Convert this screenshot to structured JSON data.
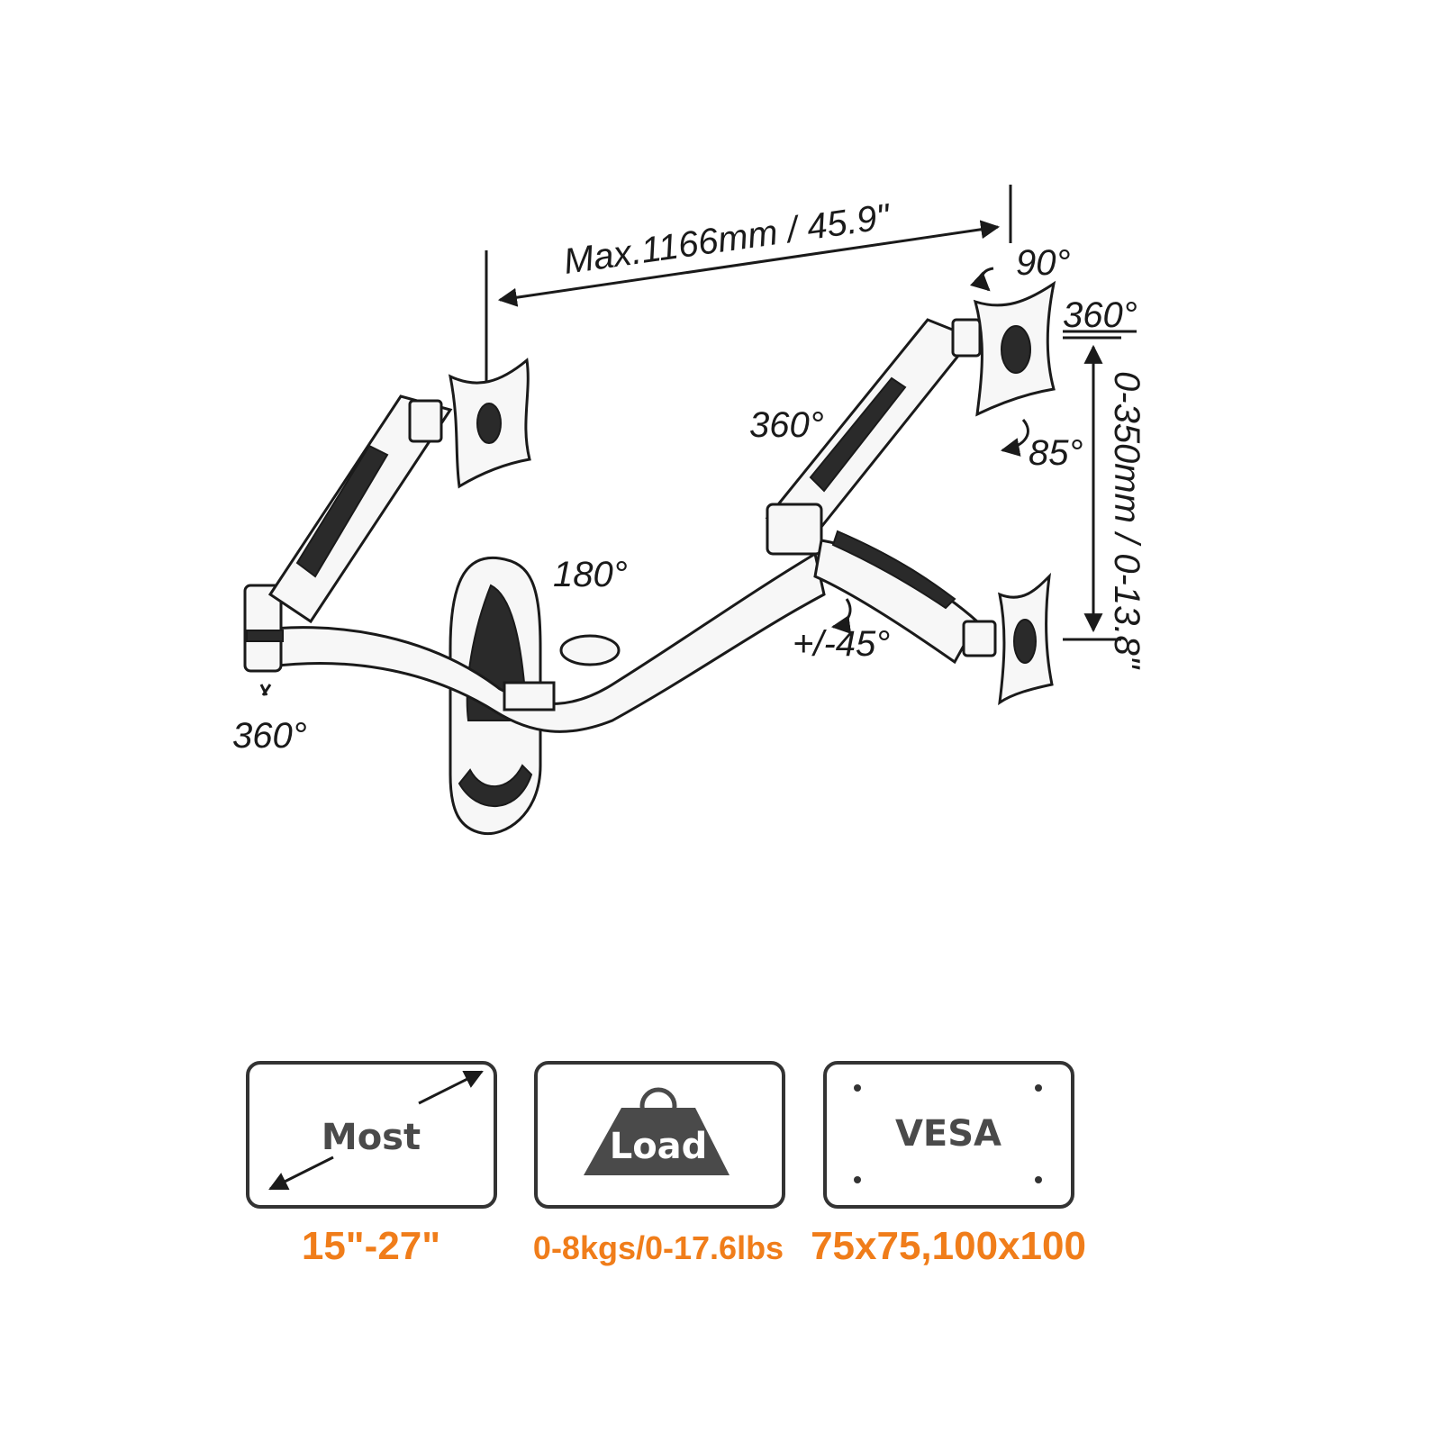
{
  "diagram": {
    "reach_label": "Max.1166mm / 45.9\"",
    "height_label": "0-350mm / 0-13.8\"",
    "angles": {
      "top_tilt": "90°",
      "top_rotation": "360°",
      "arm_joint": "360°",
      "tilt_down": "85°",
      "base_joint": "180°",
      "swivel": "+/-45°",
      "bottom_left": "360°"
    }
  },
  "specs": [
    {
      "word": "Most",
      "value": "15\"-27\"",
      "icon": "screen-size-icon"
    },
    {
      "word": "Load",
      "value": "0-8kgs/0-17.6lbs",
      "icon": "weight-icon"
    },
    {
      "word": "VESA",
      "value": "75x75,100x100",
      "icon": "vesa-holes-icon"
    }
  ],
  "colors": {
    "accent": "#f07d1a",
    "line": "#1a1a1a",
    "card_text": "#4a4a4a"
  }
}
